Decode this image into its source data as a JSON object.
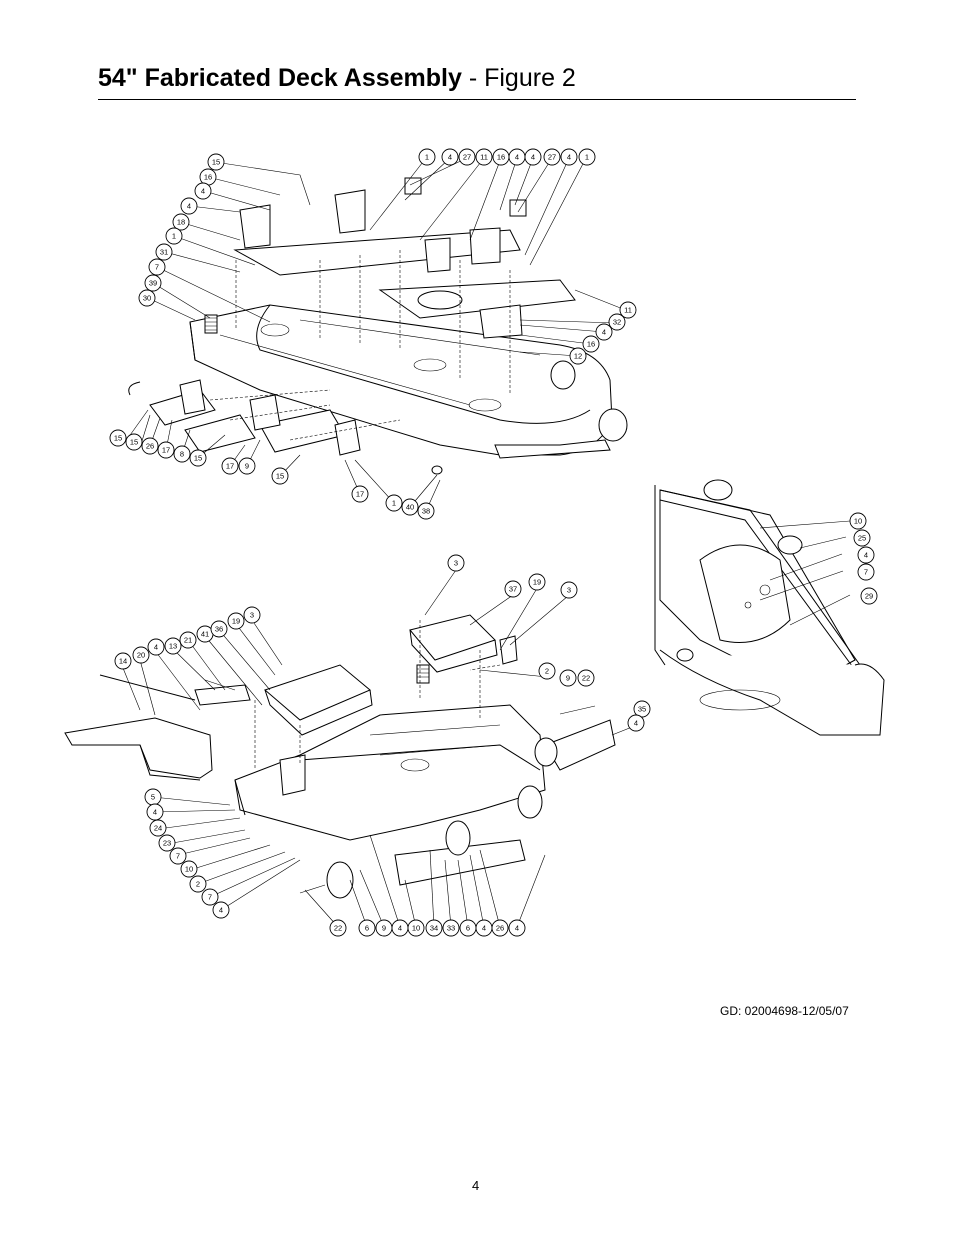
{
  "title": {
    "bold": "54\" Fabricated Deck Assembly",
    "rest": " - Figure 2"
  },
  "footer_code": "GD: 02004698-12/05/07",
  "page_number": "4",
  "callouts": {
    "top": [
      "15",
      "16",
      "4",
      "4",
      "18",
      "1",
      "31",
      "7",
      "39",
      "30",
      "1",
      "4",
      "27",
      "11",
      "16",
      "4",
      "4",
      "27",
      "4",
      "1",
      "11",
      "32",
      "4",
      "16",
      "12",
      "15",
      "15",
      "26",
      "17",
      "8",
      "15",
      "17",
      "9",
      "15",
      "17",
      "1",
      "40",
      "38"
    ],
    "inset": [
      "10",
      "25",
      "4",
      "7",
      "29"
    ],
    "bottom": [
      "3",
      "37",
      "19",
      "3",
      "2",
      "9",
      "22",
      "35",
      "4",
      "14",
      "20",
      "4",
      "13",
      "21",
      "41",
      "36",
      "19",
      "3",
      "5",
      "4",
      "24",
      "23",
      "7",
      "10",
      "2",
      "7",
      "4",
      "22",
      "6",
      "9",
      "4",
      "10",
      "34",
      "33",
      "6",
      "4",
      "26",
      "4"
    ]
  }
}
